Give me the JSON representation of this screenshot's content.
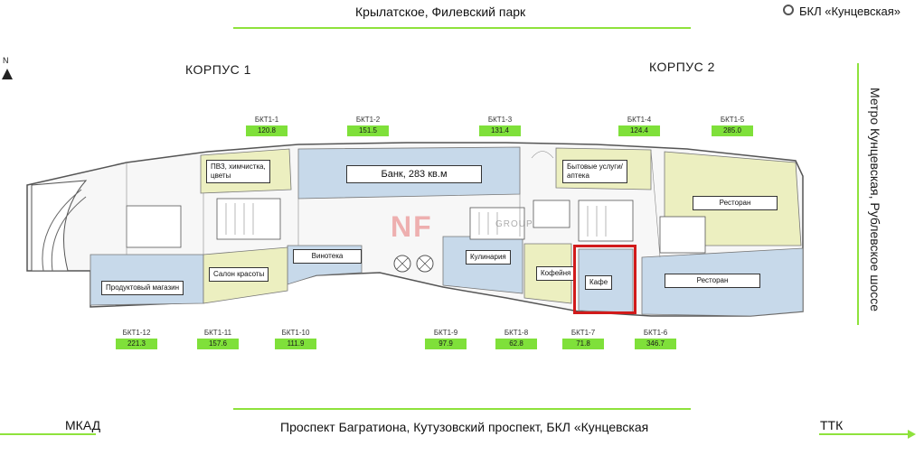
{
  "streets": {
    "top": "Крылатское, Филевский парк",
    "bottom": "Проспект Багратиона, Кутузовский проспект, БКЛ «Кунцевская",
    "left_bottom": "МКАД",
    "right_bottom": "ТТК",
    "right_side": "Метро Кунцевская, Рублевское шоссе",
    "metro_top_right": "БКЛ «Кунцевская»"
  },
  "compass": {
    "north": "N"
  },
  "buildings": {
    "corpus1": "КОРПУС 1",
    "corpus2": "КОРПУС 2"
  },
  "units": [
    {
      "code": "БКТ1-1",
      "area": "120.8"
    },
    {
      "code": "БКТ1-2",
      "area": "151.5"
    },
    {
      "code": "БКТ1-3",
      "area": "131.4"
    },
    {
      "code": "БКТ1-4",
      "area": "124.4"
    },
    {
      "code": "БКТ1-5",
      "area": "285.0"
    },
    {
      "code": "БКТ1-12",
      "area": "221.3"
    },
    {
      "code": "БКТ1-11",
      "area": "157.6"
    },
    {
      "code": "БКТ1-10",
      "area": "111.9"
    },
    {
      "code": "БКТ1-9",
      "area": "97.9"
    },
    {
      "code": "БКТ1-8",
      "area": "62.8"
    },
    {
      "code": "БКТ1-7",
      "area": "71.8"
    },
    {
      "code": "БКТ1-6",
      "area": "346.7"
    }
  ],
  "labels": {
    "pvz": "ПВЗ, химчистка,\nцветы",
    "bank": "Банк, 283 кв.м",
    "services": "Бытовые услуги/\nаптека",
    "restaurant_top": "Ресторан",
    "wine": "Винотека",
    "beauty": "Салон красоты",
    "grocery": "Продуктовый магазин",
    "culinary": "Кулинария",
    "coffee": "Кофейня",
    "cafe": "Кафе",
    "restaurant_bottom": "Ресторан"
  },
  "watermark": {
    "main": "NF",
    "sub": "GROUP"
  },
  "colors": {
    "accent_green": "#8ee23c",
    "highlight_red": "#d11b1b",
    "zone_blue": "#c7d9ea",
    "zone_yellow": "#ecefc0"
  }
}
